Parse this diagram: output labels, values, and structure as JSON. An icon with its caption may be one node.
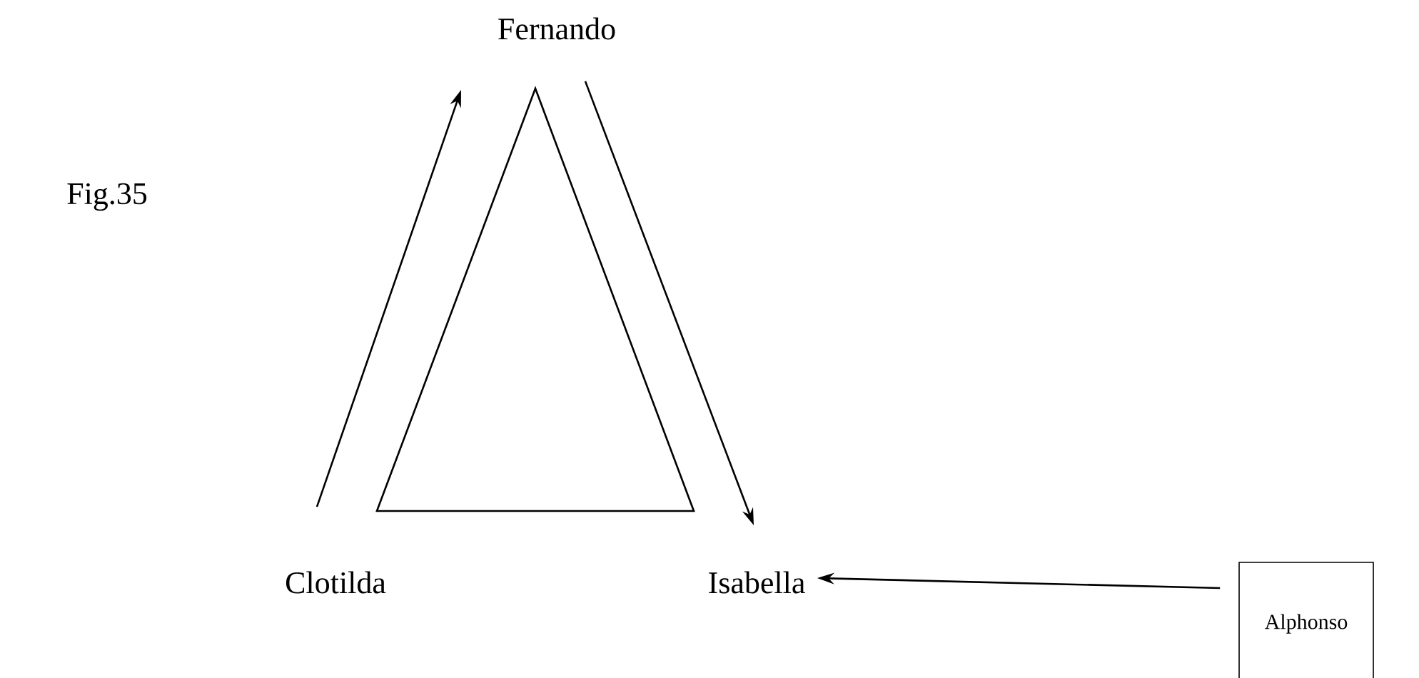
{
  "diagram": {
    "nodes": [
      {
        "text": [
          "Fernando"
        ]
      },
      {
        "text": [
          "Clotilda"
        ]
      },
      {
        "text": [
          "Isabella"
        ]
      },
      {
        "text": [
          "Alphonso"
        ]
      }
    ],
    "edges": [
      {
        "from": 1,
        "to": 0,
        "arrow": "to"
      },
      {
        "from": 0,
        "to": 2,
        "arrow": "to"
      },
      {
        "from": 3,
        "to": 2,
        "arrow": "to"
      }
    ],
    "labels": [
      "Fig.35"
    ]
  }
}
